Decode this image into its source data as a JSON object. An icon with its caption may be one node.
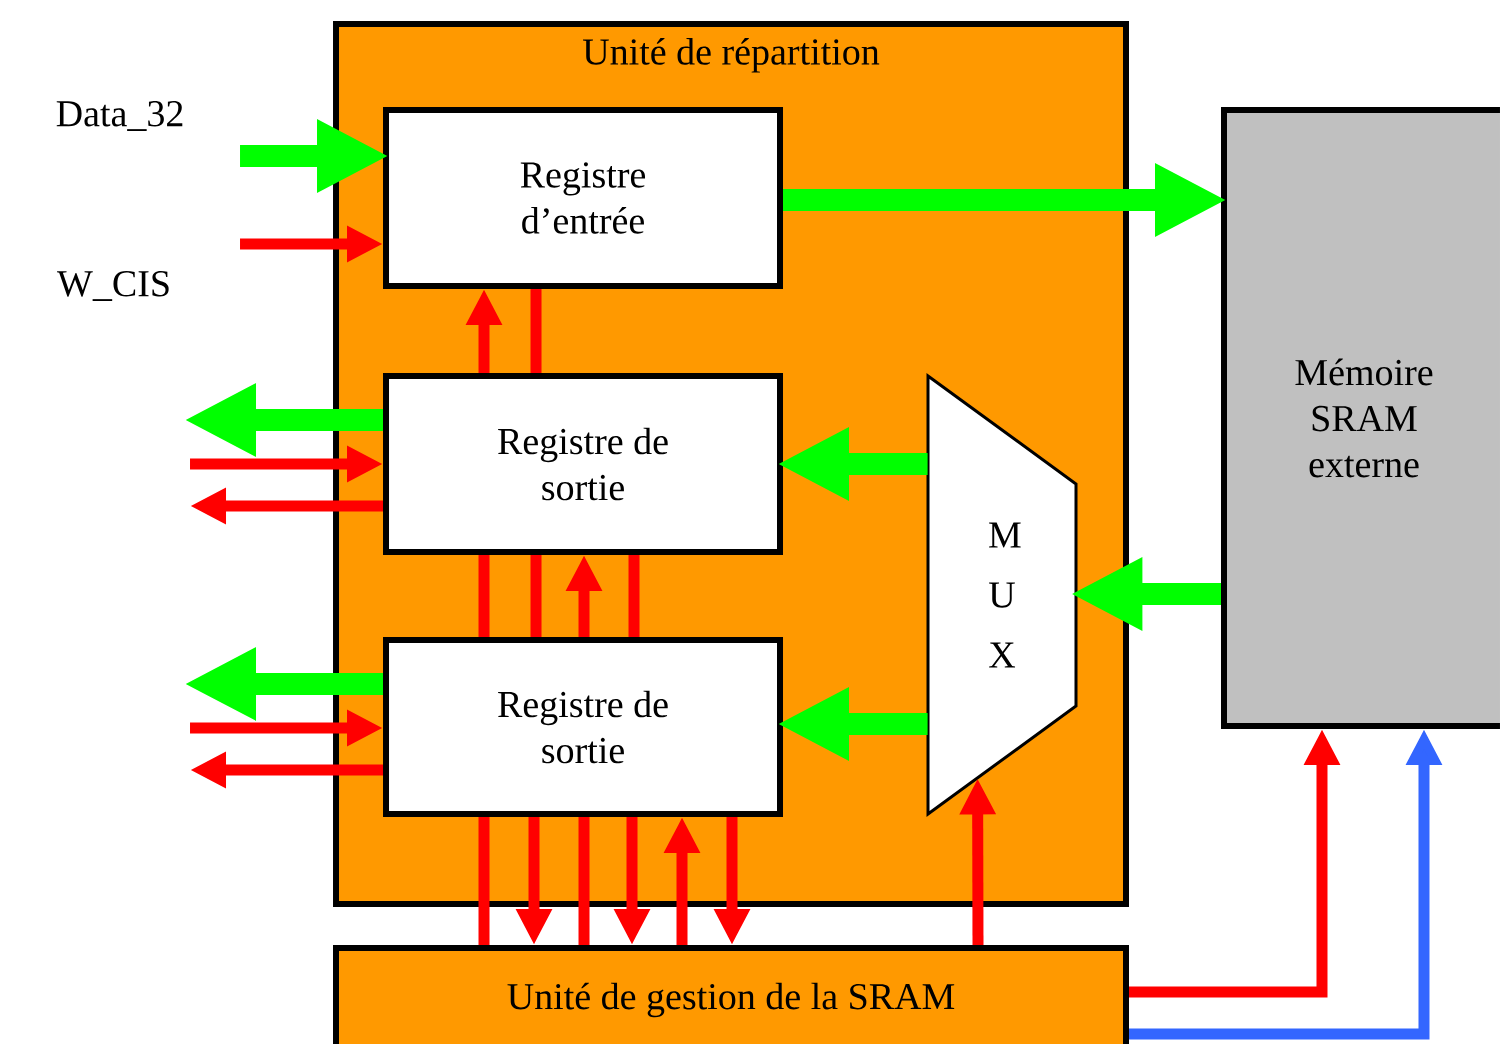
{
  "diagram": {
    "nodes": [
      {
        "text": [
          "Unité de répartition"
        ]
      },
      {
        "text": [
          "Registre d’entrée"
        ],
        "in": 0
      },
      {
        "text": [
          "Registre de sortie"
        ],
        "in": 0
      },
      {
        "text": [
          "Registre de sortie"
        ],
        "in": 0
      },
      {
        "text": [
          "M U X"
        ],
        "in": 0
      },
      {
        "text": [
          "Mémoire SRAM externe"
        ]
      },
      {
        "text": [
          "Unité de gestion de la SRAM"
        ]
      }
    ],
    "edges": [
      {
        "from": null,
        "to": 1,
        "arrow": "to",
        "style": "thick",
        "color": "#00ff00"
      },
      {
        "from": null,
        "to": 1,
        "arrow": "to"
      },
      {
        "from": 1,
        "to": 5,
        "arrow": "to",
        "style": "thick",
        "color": "#00ff00"
      },
      {
        "from": 2,
        "to": 1,
        "arrow": "to"
      },
      {
        "from": 1,
        "to": 2,
        "arrow": "none"
      },
      {
        "from": 2,
        "to": 3,
        "arrow": "none"
      },
      {
        "from": 2,
        "to": 3,
        "arrow": "none"
      },
      {
        "from": 3,
        "to": 2,
        "arrow": "to"
      },
      {
        "from": 2,
        "to": 3,
        "arrow": "none"
      },
      {
        "from": 3,
        "to": 6,
        "arrow": "none"
      },
      {
        "from": 3,
        "to": 6,
        "arrow": "to"
      },
      {
        "from": 3,
        "to": 6,
        "arrow": "none"
      },
      {
        "from": 3,
        "to": 6,
        "arrow": "to"
      },
      {
        "from": 6,
        "to": 3,
        "arrow": "to"
      },
      {
        "from": 3,
        "to": 6,
        "arrow": "to"
      },
      {
        "from": 2,
        "to": null,
        "arrow": "to",
        "style": "thick",
        "color": "#00ff00"
      },
      {
        "from": null,
        "to": 2,
        "arrow": "to"
      },
      {
        "from": 2,
        "to": null,
        "arrow": "to"
      },
      {
        "from": 3,
        "to": null,
        "arrow": "to",
        "style": "thick",
        "color": "#00ff00"
      },
      {
        "from": null,
        "to": 3,
        "arrow": "to"
      },
      {
        "from": 3,
        "to": null,
        "arrow": "to"
      },
      {
        "from": 4,
        "to": 2,
        "arrow": "to",
        "style": "thick",
        "color": "#00ff00"
      },
      {
        "from": 4,
        "to": 3,
        "arrow": "to",
        "style": "thick",
        "color": "#00ff00"
      },
      {
        "from": 5,
        "to": 4,
        "arrow": "to",
        "style": "thick",
        "color": "#00ff00"
      },
      {
        "from": 6,
        "to": 4,
        "arrow": "to"
      },
      {
        "from": 6,
        "to": 5,
        "arrow": "to"
      },
      {
        "from": 6,
        "to": 5,
        "arrow": "to",
        "color": "#3366ff"
      }
    ],
    "labels": [
      "Data_32",
      "W_CIS"
    ]
  }
}
